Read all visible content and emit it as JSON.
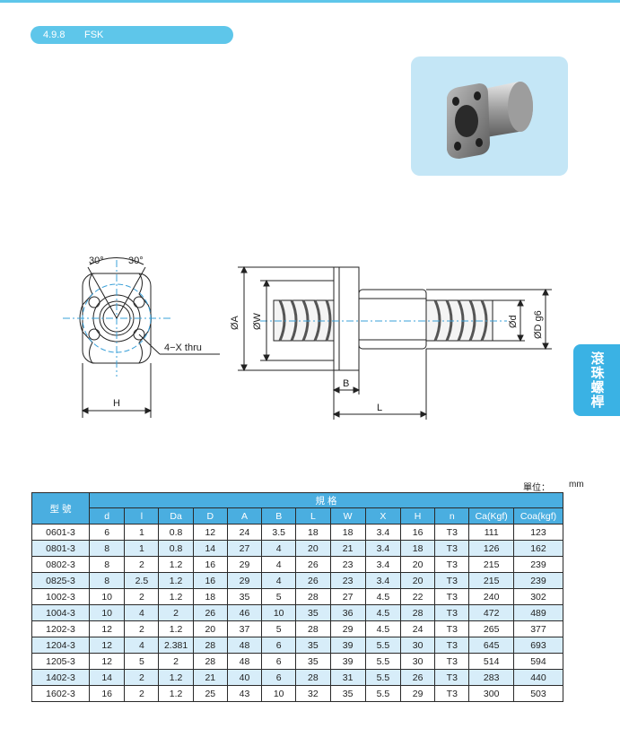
{
  "section": {
    "number": "4.9.8",
    "name": "FSK"
  },
  "side_tab": "滾珠螺桿",
  "drawing_labels": {
    "angle_left": "30°",
    "angle_right": "30°",
    "holes": "4−X thru",
    "H": "H",
    "phi_A": "ØA",
    "phi_W": "ØW",
    "B": "B",
    "L": "L",
    "phi_d": "Ød",
    "phi_D": "ØD g6"
  },
  "unit": {
    "label": "單位：",
    "value": "mm"
  },
  "table": {
    "model_header": "型 號",
    "group_header": "規 格",
    "columns": [
      "d",
      "l",
      "Da",
      "D",
      "A",
      "B",
      "L",
      "W",
      "X",
      "H",
      "n",
      "Ca(Kgf)",
      "Coa(kgf)"
    ],
    "rows": [
      [
        "0601-3",
        "6",
        "1",
        "0.8",
        "12",
        "24",
        "3.5",
        "18",
        "18",
        "3.4",
        "16",
        "T3",
        "111",
        "123"
      ],
      [
        "0801-3",
        "8",
        "1",
        "0.8",
        "14",
        "27",
        "4",
        "20",
        "21",
        "3.4",
        "18",
        "T3",
        "126",
        "162"
      ],
      [
        "0802-3",
        "8",
        "2",
        "1.2",
        "16",
        "29",
        "4",
        "26",
        "23",
        "3.4",
        "20",
        "T3",
        "215",
        "239"
      ],
      [
        "0825-3",
        "8",
        "2.5",
        "1.2",
        "16",
        "29",
        "4",
        "26",
        "23",
        "3.4",
        "20",
        "T3",
        "215",
        "239"
      ],
      [
        "1002-3",
        "10",
        "2",
        "1.2",
        "18",
        "35",
        "5",
        "28",
        "27",
        "4.5",
        "22",
        "T3",
        "240",
        "302"
      ],
      [
        "1004-3",
        "10",
        "4",
        "2",
        "26",
        "46",
        "10",
        "35",
        "36",
        "4.5",
        "28",
        "T3",
        "472",
        "489"
      ],
      [
        "1202-3",
        "12",
        "2",
        "1.2",
        "20",
        "37",
        "5",
        "28",
        "29",
        "4.5",
        "24",
        "T3",
        "265",
        "377"
      ],
      [
        "1204-3",
        "12",
        "4",
        "2.381",
        "28",
        "48",
        "6",
        "35",
        "39",
        "5.5",
        "30",
        "T3",
        "645",
        "693"
      ],
      [
        "1205-3",
        "12",
        "5",
        "2",
        "28",
        "48",
        "6",
        "35",
        "39",
        "5.5",
        "30",
        "T3",
        "514",
        "594"
      ],
      [
        "1402-3",
        "14",
        "2",
        "1.2",
        "21",
        "40",
        "6",
        "28",
        "31",
        "5.5",
        "26",
        "T3",
        "283",
        "440"
      ],
      [
        "1602-3",
        "16",
        "2",
        "1.2",
        "25",
        "43",
        "10",
        "32",
        "35",
        "5.5",
        "29",
        "T3",
        "300",
        "503"
      ]
    ]
  },
  "colors": {
    "accent": "#5ec6ea",
    "header": "#4aaee0",
    "stripe": "#d7edf9",
    "tab": "#3ab2e4"
  }
}
